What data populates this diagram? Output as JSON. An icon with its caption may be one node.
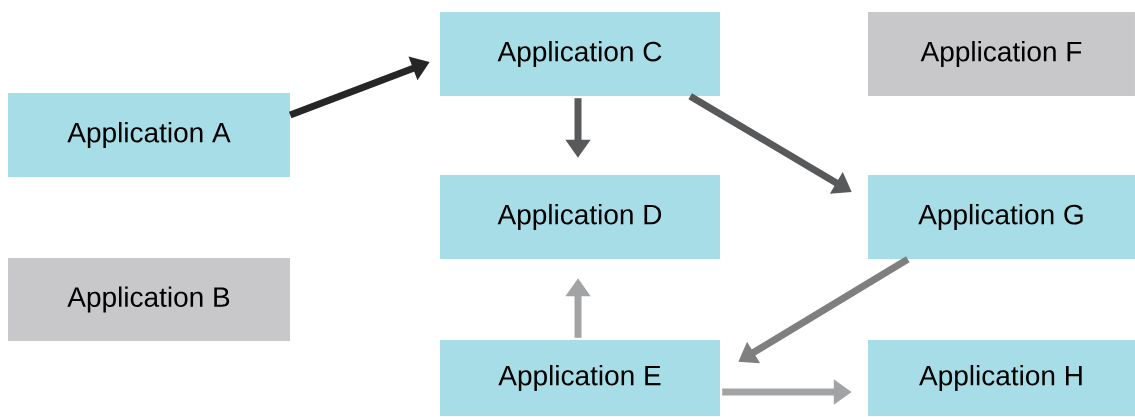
{
  "diagram": {
    "nodes": [
      {
        "text": [
          "Application A"
        ]
      },
      {
        "text": [
          "Application B"
        ]
      },
      {
        "text": [
          "Application C"
        ]
      },
      {
        "text": [
          "Application D"
        ]
      },
      {
        "text": [
          "Application E"
        ]
      },
      {
        "text": [
          "Application F"
        ]
      },
      {
        "text": [
          "Application G"
        ]
      },
      {
        "text": [
          "Application H"
        ]
      }
    ],
    "edges": [
      {
        "from": 0,
        "to": 2,
        "arrow": "to",
        "color": "#262626"
      },
      {
        "from": 2,
        "to": 3,
        "arrow": "to",
        "color": "#58595b"
      },
      {
        "from": 2,
        "to": 6,
        "arrow": "to",
        "color": "#58595b"
      },
      {
        "from": 6,
        "to": 4,
        "arrow": "to",
        "color": "#7f7f80"
      },
      {
        "from": 4,
        "to": 3,
        "arrow": "to",
        "color": "#a2a3a5"
      },
      {
        "from": 4,
        "to": 7,
        "arrow": "to",
        "color": "#a2a3a5"
      }
    ]
  }
}
